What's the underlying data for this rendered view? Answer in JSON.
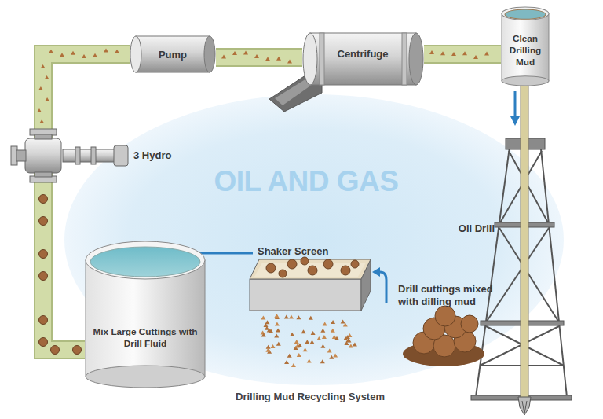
{
  "diagram": {
    "title": "OIL AND GAS",
    "caption": "Drilling Mud Recycling System",
    "nodes": [
      {
        "text": [
          "Pump"
        ]
      },
      {
        "text": [
          "Centrifuge"
        ]
      },
      {
        "text": [
          "Clean Drilling Mud"
        ]
      },
      {
        "text": [
          "Mix Large Cuttings with Drill Fluid"
        ]
      }
    ],
    "edges": [
      {
        "from": 3,
        "to": 0,
        "arrow": "none"
      },
      {
        "from": 0,
        "to": 1,
        "arrow": "none"
      },
      {
        "from": 1,
        "to": 2,
        "arrow": "none"
      }
    ],
    "labels": [
      "3 Hydro",
      "Oil Drill",
      "Shaker Screen",
      "Drill cuttings mixed with dilling mud"
    ]
  }
}
